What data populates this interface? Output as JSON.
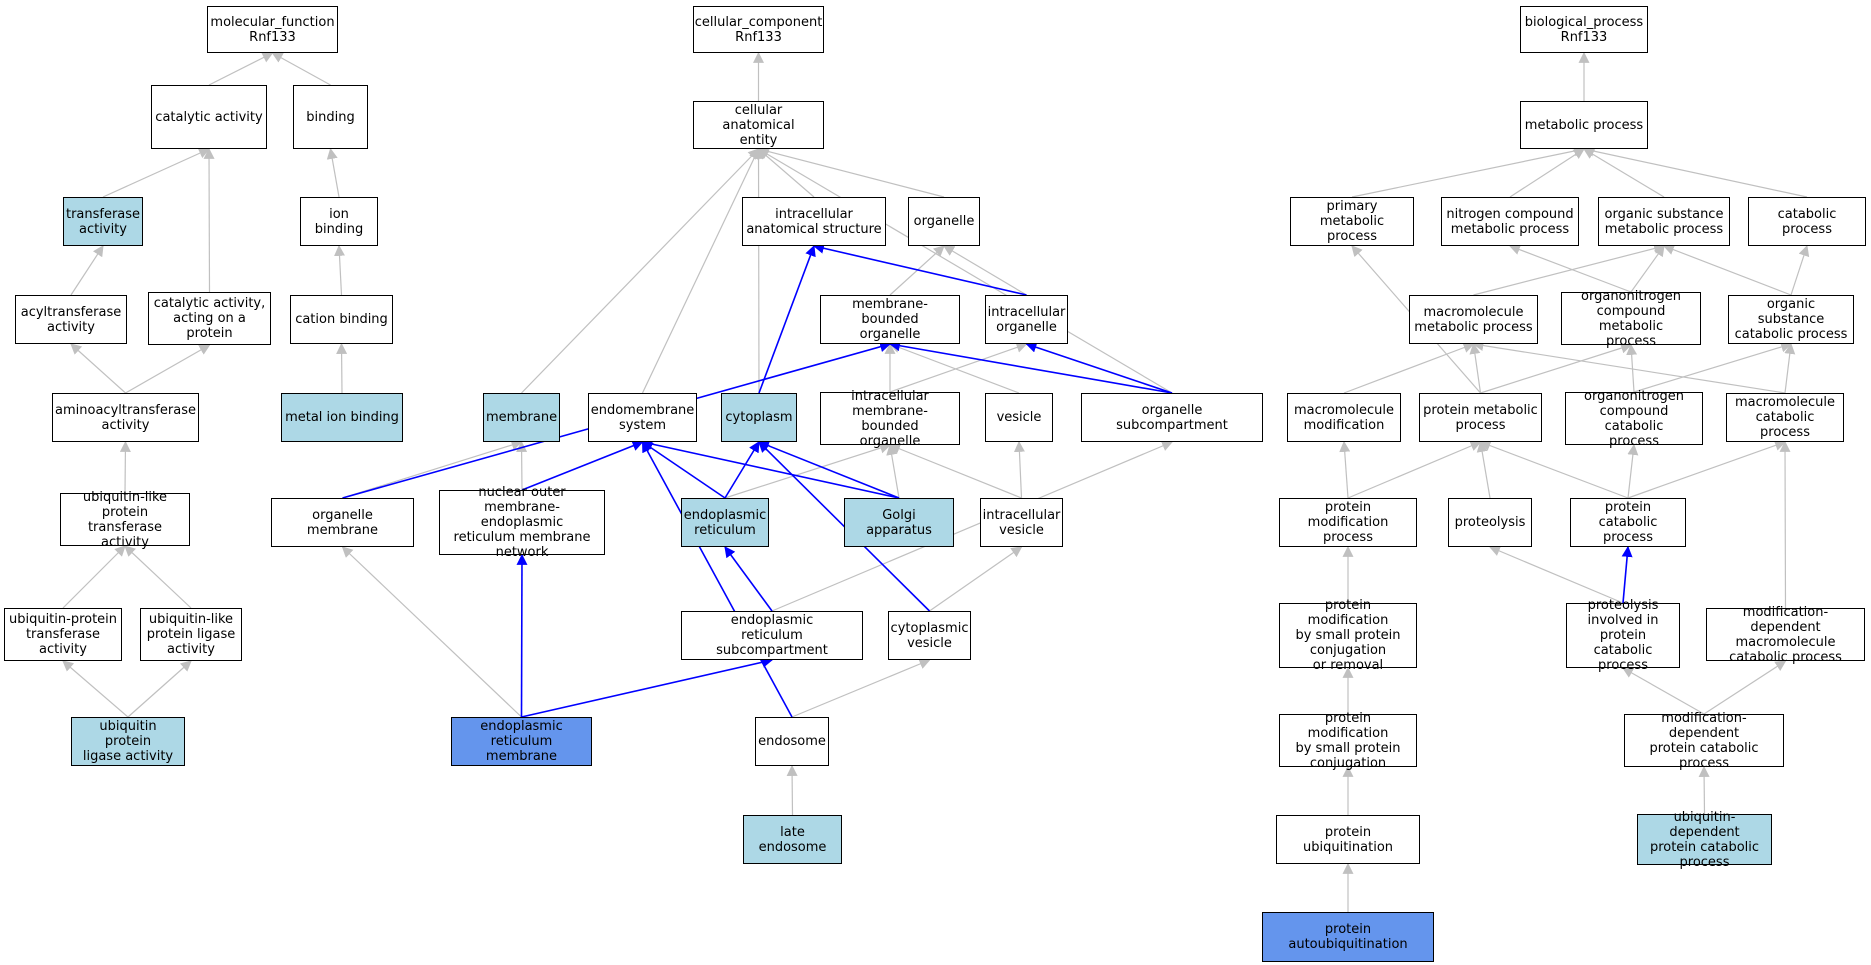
{
  "colors": {
    "plain": "#ffffff",
    "annotated": "#add8e6",
    "direct": "#6495ed",
    "edge_default": "#c0c0c0",
    "edge_highlight": "#0000ff"
  },
  "nodes": {
    "mf_root": {
      "label": "molecular_function\nRnf133",
      "kind": "plain"
    },
    "catalytic": {
      "label": "catalytic activity",
      "kind": "plain"
    },
    "binding": {
      "label": "binding",
      "kind": "plain"
    },
    "transferase": {
      "label": "transferase\nactivity",
      "kind": "annotated"
    },
    "ion_binding": {
      "label": "ion binding",
      "kind": "plain"
    },
    "acyltransferase": {
      "label": "acyltransferase\nactivity",
      "kind": "plain"
    },
    "catalytic_protein": {
      "label": "catalytic activity,\nacting on a\nprotein",
      "kind": "plain"
    },
    "cation_binding": {
      "label": "cation binding",
      "kind": "plain"
    },
    "aminoacyltransferase": {
      "label": "aminoacyltransferase\nactivity",
      "kind": "plain"
    },
    "metal_ion_binding": {
      "label": "metal ion binding",
      "kind": "annotated"
    },
    "ubl_transferase": {
      "label": "ubiquitin-like\nprotein transferase\nactivity",
      "kind": "plain"
    },
    "ub_transferase": {
      "label": "ubiquitin-protein\ntransferase\nactivity",
      "kind": "plain"
    },
    "ubl_ligase": {
      "label": "ubiquitin-like\nprotein ligase\nactivity",
      "kind": "plain"
    },
    "ub_ligase": {
      "label": "ubiquitin protein\nligase activity",
      "kind": "annotated"
    },
    "cc_root": {
      "label": "cellular_component\nRnf133",
      "kind": "plain"
    },
    "cae": {
      "label": "cellular anatomical\nentity",
      "kind": "plain"
    },
    "ias": {
      "label": "intracellular\nanatomical structure",
      "kind": "plain"
    },
    "organelle": {
      "label": "organelle",
      "kind": "plain"
    },
    "mbo": {
      "label": "membrane-bounded\norganelle",
      "kind": "plain"
    },
    "intra_org": {
      "label": "intracellular\norganelle",
      "kind": "plain"
    },
    "membrane": {
      "label": "membrane",
      "kind": "annotated"
    },
    "endomembrane": {
      "label": "endomembrane\nsystem",
      "kind": "plain"
    },
    "cytoplasm": {
      "label": "cytoplasm",
      "kind": "annotated"
    },
    "imbo": {
      "label": "intracellular\nmembrane-bounded\norganelle",
      "kind": "plain"
    },
    "vesicle": {
      "label": "vesicle",
      "kind": "plain"
    },
    "org_subcomp": {
      "label": "organelle subcompartment",
      "kind": "plain"
    },
    "org_membrane": {
      "label": "organelle membrane",
      "kind": "plain"
    },
    "nuclear_outer": {
      "label": "nuclear outer\nmembrane-endoplasmic\nreticulum membrane\nnetwork",
      "kind": "plain"
    },
    "er": {
      "label": "endoplasmic\nreticulum",
      "kind": "annotated"
    },
    "golgi": {
      "label": "Golgi apparatus",
      "kind": "annotated"
    },
    "intra_vesicle": {
      "label": "intracellular\nvesicle",
      "kind": "plain"
    },
    "er_subcomp": {
      "label": "endoplasmic\nreticulum subcompartment",
      "kind": "plain"
    },
    "cyto_vesicle": {
      "label": "cytoplasmic\nvesicle",
      "kind": "plain"
    },
    "er_membrane": {
      "label": "endoplasmic\nreticulum membrane",
      "kind": "direct"
    },
    "endosome": {
      "label": "endosome",
      "kind": "plain"
    },
    "late_endosome": {
      "label": "late endosome",
      "kind": "annotated"
    },
    "bp_root": {
      "label": "biological_process\nRnf133",
      "kind": "plain"
    },
    "metabolic": {
      "label": "metabolic process",
      "kind": "plain"
    },
    "primary_met": {
      "label": "primary metabolic\nprocess",
      "kind": "plain"
    },
    "nitrogen_met": {
      "label": "nitrogen compound\nmetabolic process",
      "kind": "plain"
    },
    "organic_met": {
      "label": "organic substance\nmetabolic process",
      "kind": "plain"
    },
    "catabolic": {
      "label": "catabolic process",
      "kind": "plain"
    },
    "macromol_met": {
      "label": "macromolecule\nmetabolic process",
      "kind": "plain"
    },
    "organonitrogen_met": {
      "label": "organonitrogen\ncompound metabolic\nprocess",
      "kind": "plain"
    },
    "organic_cat": {
      "label": "organic substance\ncatabolic process",
      "kind": "plain"
    },
    "macromol_mod": {
      "label": "macromolecule\nmodification",
      "kind": "plain"
    },
    "protein_met": {
      "label": "protein metabolic\nprocess",
      "kind": "plain"
    },
    "organonitrogen_cat": {
      "label": "organonitrogen\ncompound catabolic\nprocess",
      "kind": "plain"
    },
    "macromol_cat": {
      "label": "macromolecule\ncatabolic process",
      "kind": "plain"
    },
    "protein_mod": {
      "label": "protein modification\nprocess",
      "kind": "plain"
    },
    "proteolysis": {
      "label": "proteolysis",
      "kind": "plain"
    },
    "protein_cat": {
      "label": "protein catabolic\nprocess",
      "kind": "plain"
    },
    "pm_small_removal": {
      "label": "protein modification\nby small protein\nconjugation\nor removal",
      "kind": "plain"
    },
    "proteolysis_cat": {
      "label": "proteolysis\ninvolved in\nprotein catabolic\nprocess",
      "kind": "plain"
    },
    "mod_dep_macro_cat": {
      "label": "modification-dependent\nmacromolecule\ncatabolic process",
      "kind": "plain"
    },
    "pm_small": {
      "label": "protein modification\nby small protein\nconjugation",
      "kind": "plain"
    },
    "mod_dep_prot_cat": {
      "label": "modification-dependent\nprotein catabolic\nprocess",
      "kind": "plain"
    },
    "ubiquitination": {
      "label": "protein ubiquitination",
      "kind": "plain"
    },
    "ub_dep_cat": {
      "label": "ubiquitin-dependent\nprotein catabolic\nprocess",
      "kind": "annotated"
    },
    "autoubiquitination": {
      "label": "protein autoubiquitination",
      "kind": "direct"
    }
  },
  "edges": [
    {
      "from": "catalytic",
      "to": "mf_root",
      "highlight": false
    },
    {
      "from": "binding",
      "to": "mf_root",
      "highlight": false
    },
    {
      "from": "transferase",
      "to": "catalytic",
      "highlight": false
    },
    {
      "from": "catalytic_protein",
      "to": "catalytic",
      "highlight": false
    },
    {
      "from": "ion_binding",
      "to": "binding",
      "highlight": false
    },
    {
      "from": "acyltransferase",
      "to": "transferase",
      "highlight": false
    },
    {
      "from": "cation_binding",
      "to": "ion_binding",
      "highlight": false
    },
    {
      "from": "aminoacyltransferase",
      "to": "acyltransferase",
      "highlight": false
    },
    {
      "from": "aminoacyltransferase",
      "to": "catalytic_protein",
      "highlight": false
    },
    {
      "from": "metal_ion_binding",
      "to": "cation_binding",
      "highlight": false
    },
    {
      "from": "ubl_transferase",
      "to": "aminoacyltransferase",
      "highlight": false
    },
    {
      "from": "ub_transferase",
      "to": "ubl_transferase",
      "highlight": false
    },
    {
      "from": "ubl_ligase",
      "to": "ubl_transferase",
      "highlight": false
    },
    {
      "from": "ub_ligase",
      "to": "ub_transferase",
      "highlight": false
    },
    {
      "from": "ub_ligase",
      "to": "ubl_ligase",
      "highlight": false
    },
    {
      "from": "cae",
      "to": "cc_root",
      "highlight": false
    },
    {
      "from": "ias",
      "to": "cae",
      "highlight": false
    },
    {
      "from": "organelle",
      "to": "cae",
      "highlight": false
    },
    {
      "from": "membrane",
      "to": "cae",
      "highlight": false
    },
    {
      "from": "endomembrane",
      "to": "cae",
      "highlight": false
    },
    {
      "from": "cytoplasm",
      "to": "cae",
      "highlight": false
    },
    {
      "from": "org_subcomp",
      "to": "cae",
      "highlight": false
    },
    {
      "from": "mbo",
      "to": "organelle",
      "highlight": false
    },
    {
      "from": "intra_org",
      "to": "organelle",
      "highlight": false
    },
    {
      "from": "intra_org",
      "to": "ias",
      "highlight": true
    },
    {
      "from": "cytoplasm",
      "to": "ias",
      "highlight": true
    },
    {
      "from": "imbo",
      "to": "mbo",
      "highlight": false
    },
    {
      "from": "imbo",
      "to": "intra_org",
      "highlight": false
    },
    {
      "from": "vesicle",
      "to": "mbo",
      "highlight": false
    },
    {
      "from": "org_subcomp",
      "to": "mbo",
      "highlight": true
    },
    {
      "from": "org_subcomp",
      "to": "intra_org",
      "highlight": true
    },
    {
      "from": "org_membrane",
      "to": "mbo",
      "highlight": true
    },
    {
      "from": "org_membrane",
      "to": "membrane",
      "highlight": false
    },
    {
      "from": "nuclear_outer",
      "to": "membrane",
      "highlight": false
    },
    {
      "from": "nuclear_outer",
      "to": "endomembrane",
      "highlight": true
    },
    {
      "from": "er",
      "to": "endomembrane",
      "highlight": true
    },
    {
      "from": "er",
      "to": "cytoplasm",
      "highlight": true
    },
    {
      "from": "er",
      "to": "imbo",
      "highlight": false
    },
    {
      "from": "golgi",
      "to": "endomembrane",
      "highlight": true
    },
    {
      "from": "golgi",
      "to": "cytoplasm",
      "highlight": true
    },
    {
      "from": "golgi",
      "to": "imbo",
      "highlight": false
    },
    {
      "from": "intra_vesicle",
      "to": "vesicle",
      "highlight": false
    },
    {
      "from": "intra_vesicle",
      "to": "imbo",
      "highlight": false
    },
    {
      "from": "er_subcomp",
      "to": "er",
      "highlight": true
    },
    {
      "from": "er_subcomp",
      "to": "org_subcomp",
      "highlight": false
    },
    {
      "from": "cyto_vesicle",
      "to": "cytoplasm",
      "highlight": true
    },
    {
      "from": "cyto_vesicle",
      "to": "intra_vesicle",
      "highlight": false
    },
    {
      "from": "er_membrane",
      "to": "org_membrane",
      "highlight": false
    },
    {
      "from": "er_membrane",
      "to": "nuclear_outer",
      "highlight": true
    },
    {
      "from": "er_membrane",
      "to": "er_subcomp",
      "highlight": true
    },
    {
      "from": "endosome",
      "to": "endomembrane",
      "highlight": true
    },
    {
      "from": "endosome",
      "to": "cyto_vesicle",
      "highlight": false
    },
    {
      "from": "late_endosome",
      "to": "endosome",
      "highlight": false
    },
    {
      "from": "metabolic",
      "to": "bp_root",
      "highlight": false
    },
    {
      "from": "primary_met",
      "to": "metabolic",
      "highlight": false
    },
    {
      "from": "nitrogen_met",
      "to": "metabolic",
      "highlight": false
    },
    {
      "from": "organic_met",
      "to": "metabolic",
      "highlight": false
    },
    {
      "from": "catabolic",
      "to": "metabolic",
      "highlight": false
    },
    {
      "from": "macromol_met",
      "to": "organic_met",
      "highlight": false
    },
    {
      "from": "organonitrogen_met",
      "to": "nitrogen_met",
      "highlight": false
    },
    {
      "from": "organonitrogen_met",
      "to": "organic_met",
      "highlight": false
    },
    {
      "from": "organic_cat",
      "to": "organic_met",
      "highlight": false
    },
    {
      "from": "organic_cat",
      "to": "catabolic",
      "highlight": false
    },
    {
      "from": "protein_met",
      "to": "primary_met",
      "highlight": false
    },
    {
      "from": "protein_met",
      "to": "macromol_met",
      "highlight": false
    },
    {
      "from": "protein_met",
      "to": "organonitrogen_met",
      "highlight": false
    },
    {
      "from": "macromol_mod",
      "to": "macromol_met",
      "highlight": false
    },
    {
      "from": "macromol_cat",
      "to": "macromol_met",
      "highlight": false
    },
    {
      "from": "macromol_cat",
      "to": "organic_cat",
      "highlight": false
    },
    {
      "from": "organonitrogen_cat",
      "to": "organonitrogen_met",
      "highlight": false
    },
    {
      "from": "organonitrogen_cat",
      "to": "organic_cat",
      "highlight": false
    },
    {
      "from": "protein_mod",
      "to": "macromol_mod",
      "highlight": false
    },
    {
      "from": "protein_mod",
      "to": "protein_met",
      "highlight": false
    },
    {
      "from": "proteolysis",
      "to": "protein_met",
      "highlight": false
    },
    {
      "from": "protein_cat",
      "to": "protein_met",
      "highlight": false
    },
    {
      "from": "protein_cat",
      "to": "organonitrogen_cat",
      "highlight": false
    },
    {
      "from": "protein_cat",
      "to": "macromol_cat",
      "highlight": false
    },
    {
      "from": "pm_small_removal",
      "to": "protein_mod",
      "highlight": false
    },
    {
      "from": "proteolysis_cat",
      "to": "proteolysis",
      "highlight": false
    },
    {
      "from": "proteolysis_cat",
      "to": "protein_cat",
      "highlight": true
    },
    {
      "from": "mod_dep_macro_cat",
      "to": "macromol_cat",
      "highlight": false
    },
    {
      "from": "pm_small",
      "to": "pm_small_removal",
      "highlight": false
    },
    {
      "from": "mod_dep_prot_cat",
      "to": "proteolysis_cat",
      "highlight": false
    },
    {
      "from": "mod_dep_prot_cat",
      "to": "mod_dep_macro_cat",
      "highlight": false
    },
    {
      "from": "ubiquitination",
      "to": "pm_small",
      "highlight": false
    },
    {
      "from": "ub_dep_cat",
      "to": "mod_dep_prot_cat",
      "highlight": false
    },
    {
      "from": "autoubiquitination",
      "to": "ubiquitination",
      "highlight": false
    }
  ]
}
